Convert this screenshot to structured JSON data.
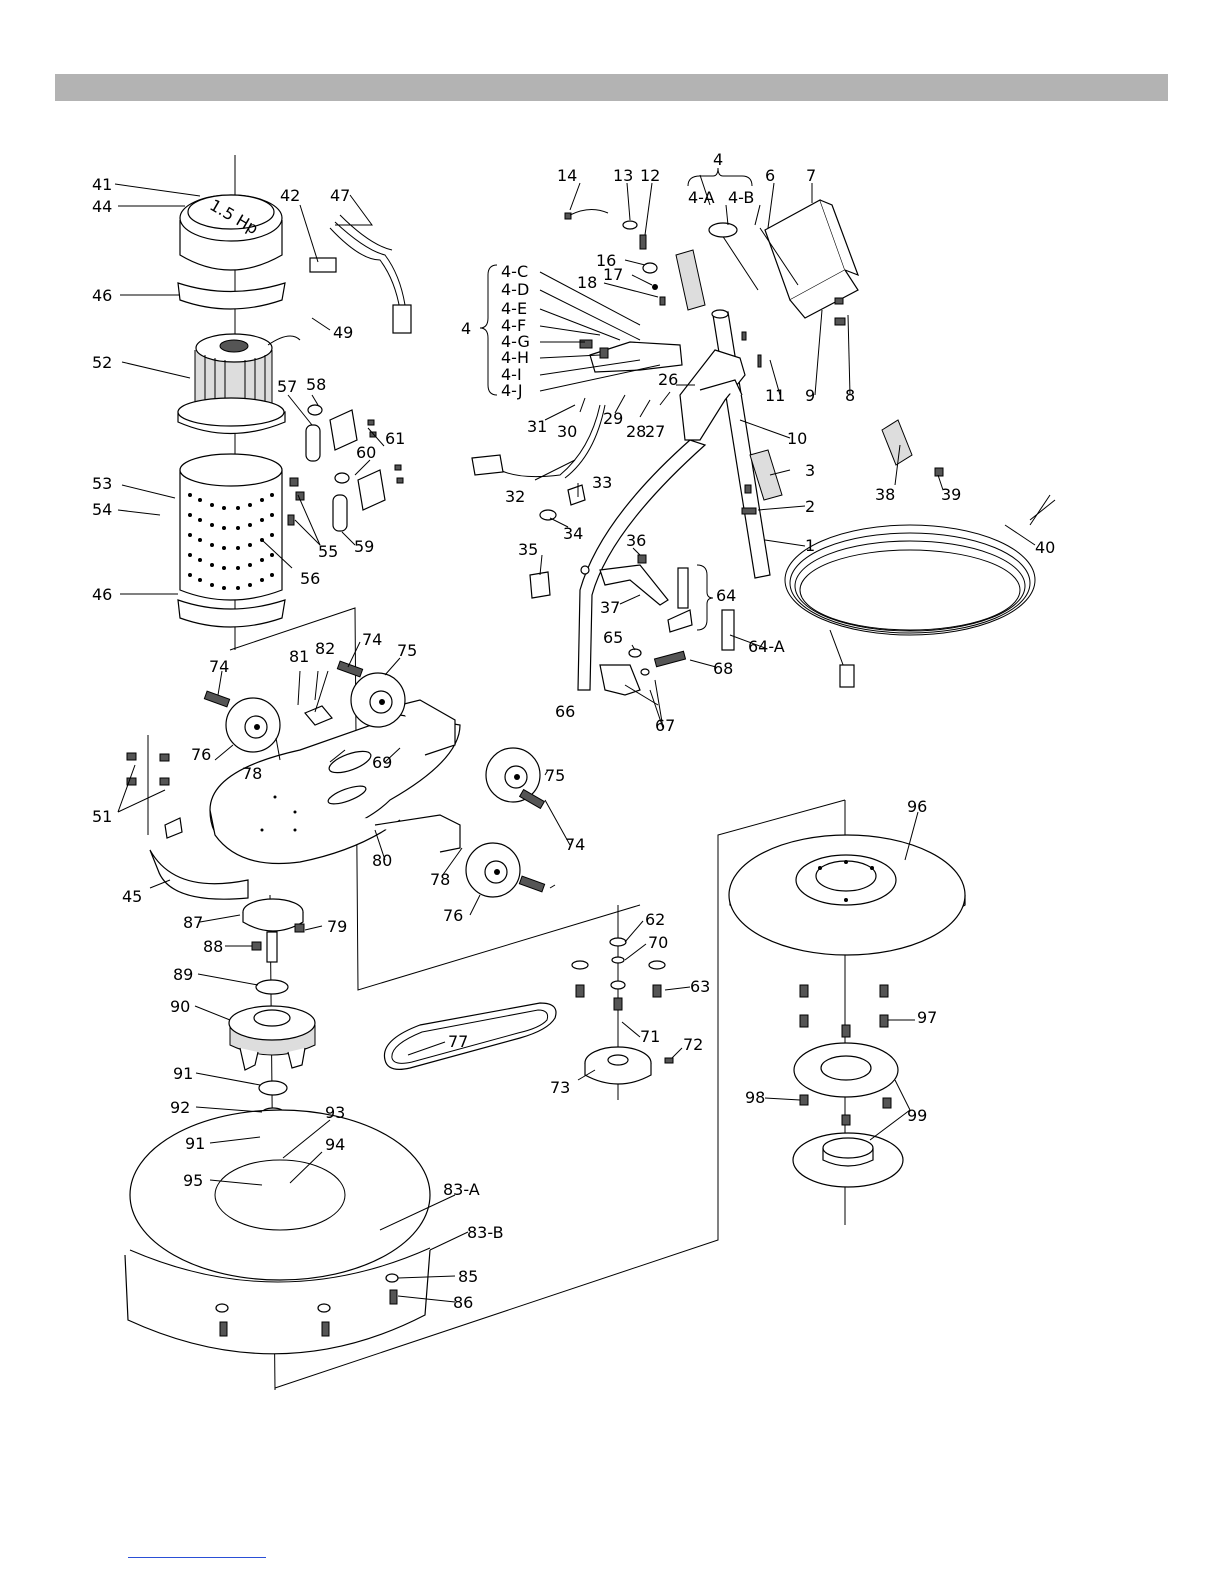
{
  "labels": {
    "p1": "1",
    "p2": "2",
    "p3": "3",
    "p4": "4",
    "p4A": "4-A",
    "p4B": "4-B",
    "p4C": "4-C",
    "p4D": "4-D",
    "p4E": "4-E",
    "p4F": "4-F",
    "p4G": "4-G",
    "p4H": "4-H",
    "p4I": "4-I",
    "p4J": "4-J",
    "p4L": "4",
    "p6": "6",
    "p7": "7",
    "p8": "8",
    "p9": "9",
    "p10": "10",
    "p11": "11",
    "p12": "12",
    "p13": "13",
    "p14": "14",
    "p16": "16",
    "p17": "17",
    "p18": "18",
    "p26": "26",
    "p27": "27",
    "p28": "28",
    "p29": "29",
    "p30": "30",
    "p31": "31",
    "p32": "32",
    "p33": "33",
    "p34": "34",
    "p35": "35",
    "p36": "36",
    "p37": "37",
    "p38": "38",
    "p39": "39",
    "p40": "40",
    "p41": "41",
    "p42": "42",
    "p44": "44",
    "p45": "45",
    "p46a": "46",
    "p46b": "46",
    "p47": "47",
    "p49": "49",
    "p51": "51",
    "p52": "52",
    "p53": "53",
    "p54": "54",
    "p55": "55",
    "p56": "56",
    "p57": "57",
    "p58": "58",
    "p59": "59",
    "p60": "60",
    "p61": "61",
    "p62": "62",
    "p63": "63",
    "p64": "64",
    "p64A": "64-A",
    "p65": "65",
    "p66": "66",
    "p67": "67",
    "p68": "68",
    "p69": "69",
    "p70": "70",
    "p71": "71",
    "p72": "72",
    "p73": "73",
    "p74a": "74",
    "p74b": "74",
    "p74c": "74",
    "p75a": "75",
    "p75b": "75",
    "p76a": "76",
    "p76b": "76",
    "p77": "77",
    "p78a": "78",
    "p78b": "78",
    "p79": "79",
    "p80": "80",
    "p81": "81",
    "p82": "82",
    "p83A": "83-A",
    "p83B": "83-B",
    "p85": "85",
    "p86": "86",
    "p87": "87",
    "p88": "88",
    "p89": "89",
    "p90": "90",
    "p91a": "91",
    "p91b": "91",
    "p92": "92",
    "p93": "93",
    "p94": "94",
    "p95": "95",
    "p96": "96",
    "p97": "97",
    "p98": "98",
    "p99": "99"
  },
  "motor_cap_text": "1.5 Hp",
  "colors": {
    "header_bar": "#b3b3b3",
    "footer_link": "#2a4fd6"
  }
}
